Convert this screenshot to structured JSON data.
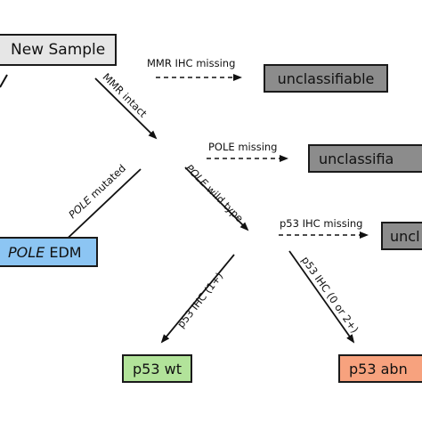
{
  "nodes": {
    "new_sample": "New Sample",
    "unclassifiable_1": "unclassifiable",
    "unclassifiable_2": "unclassifia",
    "unclassifiable_3": "uncl",
    "pole_edm_italic": "POLE",
    "pole_edm_rest": " EDM",
    "p53_wt": "p53 wt",
    "p53_abn": "p53 abn"
  },
  "edges": {
    "mmr_ihc_missing": "MMR IHC missing",
    "mmr_intact": "MMR intact",
    "pole_missing": "POLE missing",
    "pole_mutated_italic": "POLE",
    "pole_mutated_rest": " mutated",
    "pole_wild_type_italic": "POLE",
    "pole_wild_type_rest": " wild type",
    "p53_ihc_missing": "p53 IHC missing",
    "p53_ihc_1": "p53 IHC (1+)",
    "p53_ihc_0_or_2": "p53 IHC (0 or 2+)"
  },
  "colors": {
    "gray_box": "#8c8c8c",
    "new_sample_box": "#e6e6e6",
    "pole_edm_box": "#8cc5f3",
    "p53_wt_box": "#b2e39a",
    "p53_abn_box": "#f7a27e"
  }
}
